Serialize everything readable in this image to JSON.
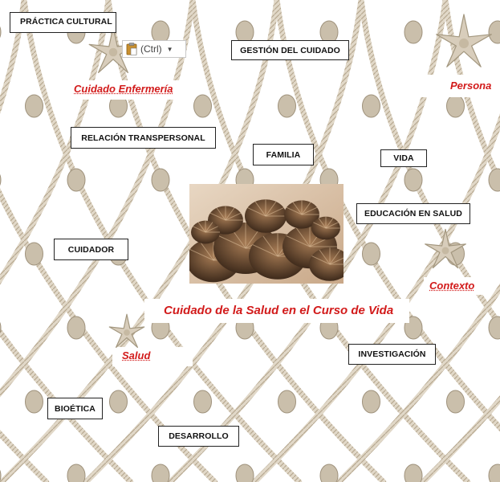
{
  "boxes": {
    "practica_cultural": "PRÁCTICA CULTURAL",
    "gestion_cuidado": "GESTIÓN DEL CUIDADO",
    "relacion_transpersonal": "RELACIÓN TRANSPERSONAL",
    "familia": "FAMILIA",
    "vida": "VIDA",
    "educacion_salud": "EDUCACIÓN EN SALUD",
    "cuidador": "CUIDADOR",
    "investigacion": "INVESTIGACIÓN",
    "bioetica": "BIOÉTICA",
    "desarrollo": "DESARROLLO"
  },
  "red_labels": {
    "cuidado_enfermeria": "Cuidado Enfermería",
    "persona": "Persona",
    "contexto": "Contexto",
    "salud": "Salud",
    "title": "Cuidado de la Salud en el Curso de Vida"
  },
  "paste_options": {
    "label": "(Ctrl)",
    "icon": "clipboard-icon",
    "dropdown_icon": "chevron-down-icon"
  },
  "images": {
    "center": "coral-photo",
    "starfish": "starfish-icon",
    "background": "rope-net"
  },
  "colors": {
    "accent_red": "#d21b1b",
    "box_border": "#222222",
    "rope": "#d9cfbf"
  }
}
